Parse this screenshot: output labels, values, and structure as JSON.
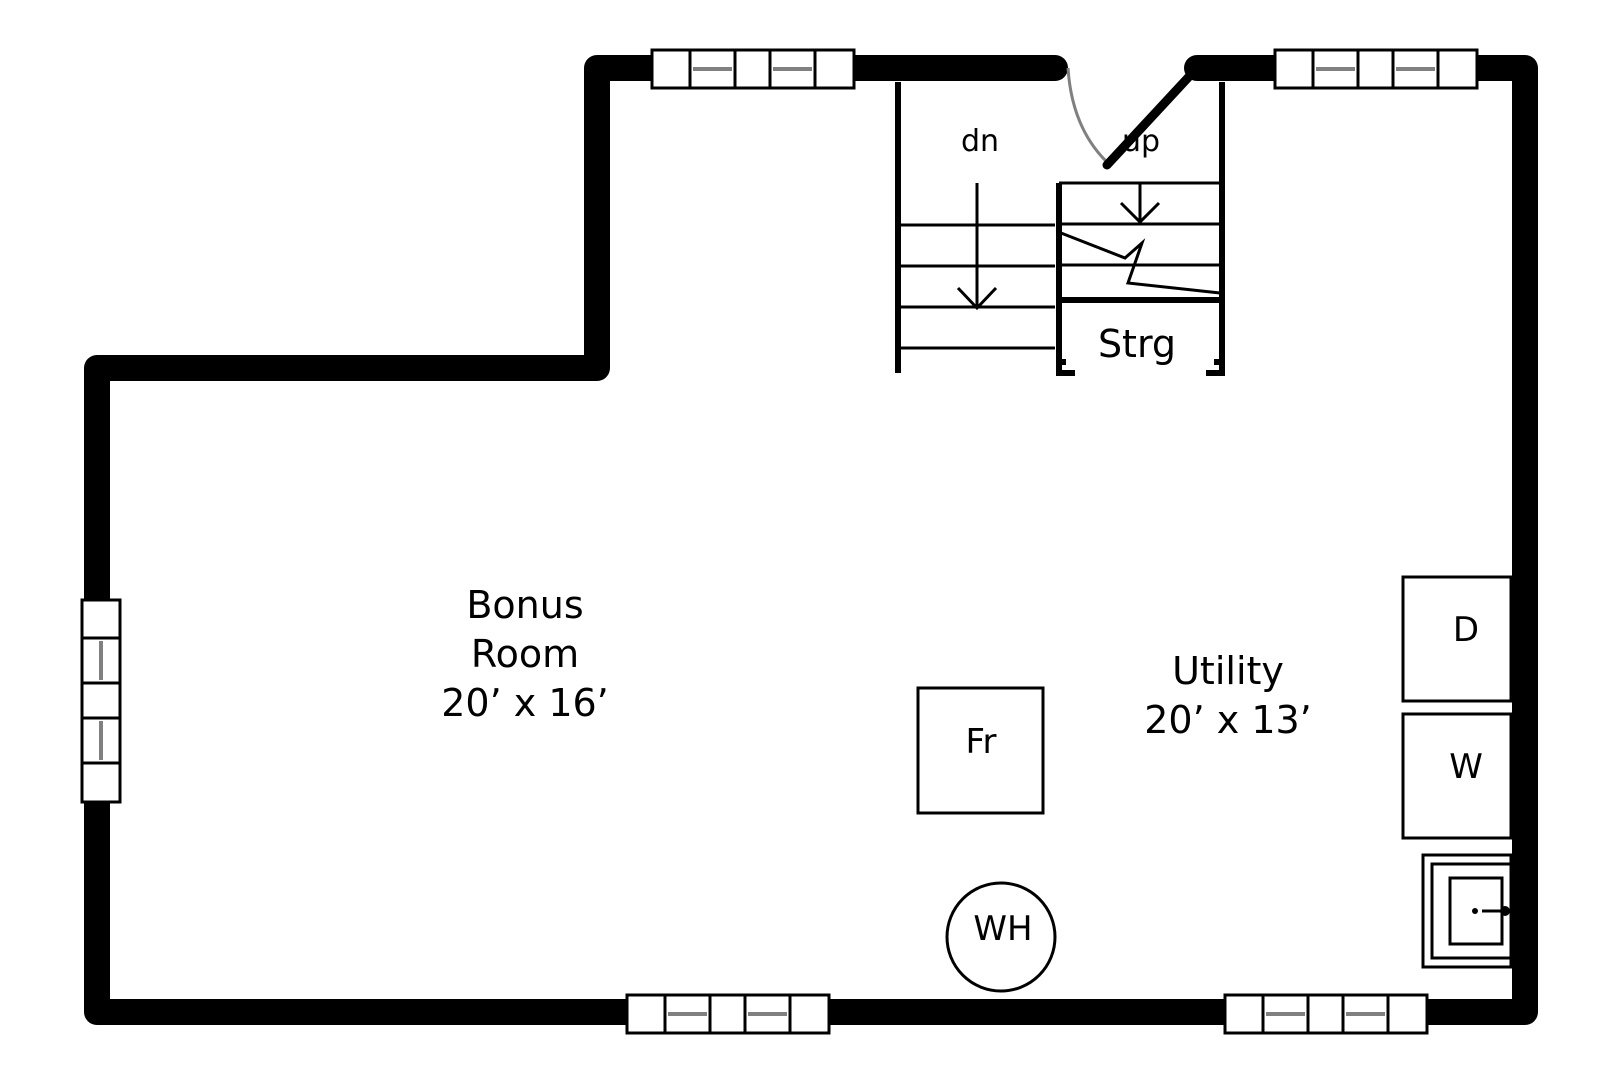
{
  "rooms": {
    "bonus": {
      "name_line1": "Bonus",
      "name_line2": "Room",
      "dims": "20’ x 16’"
    },
    "utility": {
      "name": "Utility",
      "dims": "20’ x 13’"
    }
  },
  "stairs": {
    "down": "dn",
    "up": "up"
  },
  "storage": "Strg",
  "fixtures": {
    "furnace": "Fr",
    "water_heater": "WH",
    "dryer": "D",
    "washer": "W"
  }
}
